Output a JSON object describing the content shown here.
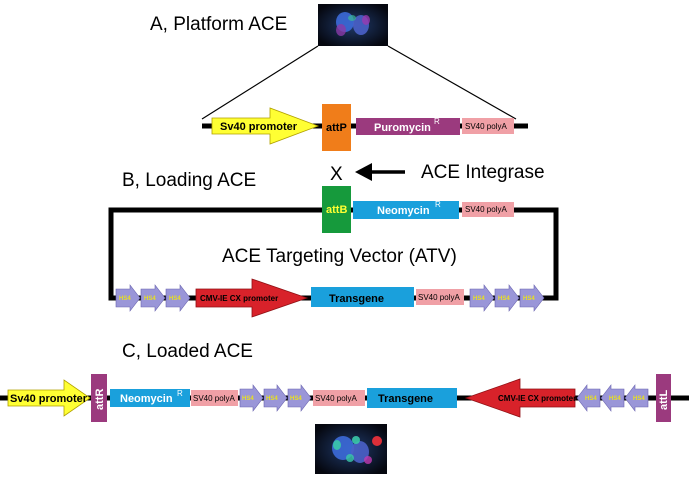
{
  "sections": {
    "a_title": "A, Platform ACE",
    "b_title": "B, Loading ACE",
    "c_title": "C, Loaded ACE"
  },
  "labels": {
    "integrase": "ACE Integrase",
    "cross": "X",
    "atv": "ACE Targeting Vector (ATV)",
    "hs4": "HS4"
  },
  "platform": {
    "sv40_promoter": "Sv40 promoter",
    "attp": "attP",
    "puromycin": "Puromycin",
    "resist_sup": "R",
    "sv40_polya": "SV40 polyA"
  },
  "atv": {
    "attb": "attB",
    "neomycin": "Neomycin",
    "resist_sup": "R",
    "sv40_polya_top": "SV40 polyA",
    "cmv_promoter": "CMV-IE CX promoter",
    "transgene": "Transgene",
    "sv40_polya_bottom": "SV40 polyA"
  },
  "loaded": {
    "sv40_promoter": "Sv40 promoter",
    "attr": "attR",
    "neomycin": "Neomycin",
    "resist_sup": "R",
    "sv40_polya_1": "SV40 polyA",
    "sv40_polya_2": "SV40 polyA",
    "transgene": "Transgene",
    "cmv_promoter": "CMV-IE CX promoter",
    "attl": "attL"
  },
  "colors": {
    "sv40_promoter": "#ffff33",
    "attp": "#f07d1a",
    "puromycin": "#9b3a7e",
    "polya": "#f0a0a6",
    "attb": "#169a3c",
    "neomycin": "#1aa0dc",
    "transgene": "#1aa0dc",
    "cmv": "#d8222a",
    "attr": "#9b3a7e",
    "hs4": "#9a96d8"
  }
}
